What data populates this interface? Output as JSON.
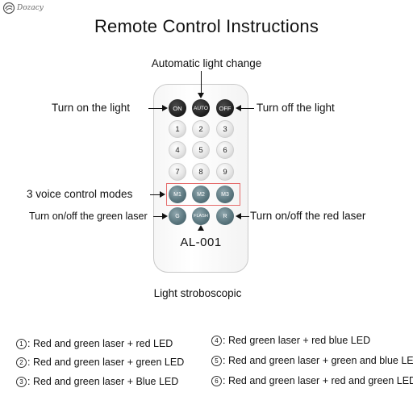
{
  "brand": {
    "name": "Dozacy"
  },
  "title": "Remote Control Instructions",
  "labels": {
    "auto": "Automatic light change",
    "on": "Turn on the light",
    "off": "Turn off the light",
    "voice": "3 voice control modes",
    "green": "Turn on/off the green laser",
    "red": "Turn on/off the red laser",
    "strobe": "Light stroboscopic"
  },
  "remote": {
    "model": "AL-001",
    "buttons": {
      "on": "ON",
      "auto": "AUTO",
      "off": "OFF",
      "b1": "1",
      "b2": "2",
      "b3": "3",
      "b4": "4",
      "b5": "5",
      "b6": "6",
      "b7": "7",
      "b8": "8",
      "b9": "9",
      "m1": "M1",
      "m2": "M2",
      "m3": "M3",
      "g": "G",
      "flash": "FLASH",
      "r": "R"
    }
  },
  "legend": [
    {
      "num": "1",
      "text": ": Red and green laser + red LED"
    },
    {
      "num": "2",
      "text": ": Red and green laser + green LED"
    },
    {
      "num": "3",
      "text": ": Red and green laser + Blue LED"
    },
    {
      "num": "4",
      "text": ": Red green laser + red blue LED"
    },
    {
      "num": "5",
      "text": ": Red and green laser + green and blue LED"
    },
    {
      "num": "6",
      "text": ": Red and green laser + red and green LED"
    }
  ],
  "colors": {
    "highlight": "#e56b6b",
    "mode_button": "#5c7880",
    "power_button": "#1c1c1c"
  }
}
